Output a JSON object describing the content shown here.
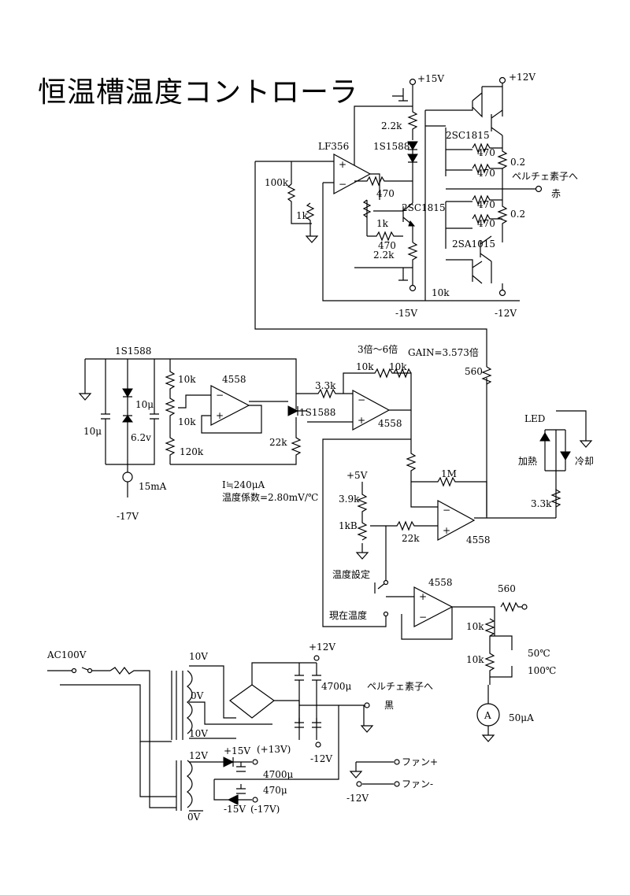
{
  "title": "恒温槽温度コントローラ",
  "labels": {
    "p15v_top": "+15V",
    "p12v_top": "+12V",
    "r2k2_top": "2.2k",
    "d1s1588_top": "1S1588",
    "q2sc1815_a": "2SC1815",
    "r02_a": "0.2",
    "peltier_to_a": "ペルチェ素子へ",
    "red": "赤",
    "lf356": "LF356",
    "r100k": "100k",
    "r1k_a": "1k",
    "r470_a": "470",
    "r470_b": "470",
    "r470_c": "470",
    "r1k_b": "1k",
    "q2sc1815_b": "2SC1815",
    "r470_d": "470",
    "r470_e": "470",
    "r02_b": "0.2",
    "r470_f": "470",
    "r2k2_bot": "2.2k",
    "q2sa1015": "2SA1015",
    "r10k_fb": "10k",
    "m15v": "-15V",
    "m12v": "-12V",
    "gain_range": "3倍～6倍",
    "gain": "GAIN=3.573倍",
    "d1s1588_ref": "1S1588",
    "r10k_a": "10k",
    "r10k_b": "10k",
    "r10k_c": "10k",
    "c10u_a": "10μ",
    "c10u_b": "10μ",
    "z62v": "6.2v",
    "oa4558_a": "4558",
    "r3k3": "3.3k",
    "d1s1588_sense": "1S1588",
    "oa4558_b": "4558",
    "r22k_a": "22k",
    "r120k": "120k",
    "r560_a": "560",
    "led": "LED",
    "heat": "加熱",
    "cool": "冷却",
    "i15ma": "15mA",
    "m17v": "-17V",
    "current": "I≒240μA",
    "tempco": "温度係数=2.80mV/℃",
    "r10k_d": "10k",
    "r1m": "1M",
    "p5v": "+5V",
    "r3k9": "3.9k",
    "r1kb": "1kB",
    "r22k_b": "22k",
    "oa4558_c": "4558",
    "r3k3_led": "3.3k",
    "temp_set": "温度設定",
    "temp_now": "現在温度",
    "oa4558_d": "4558",
    "r560_b": "560",
    "r10k_e": "10k",
    "r10k_f": "10k",
    "t50c": "50℃",
    "t100c": "100℃",
    "meter": "A",
    "i50ua": "50μA",
    "ac100v": "AC100V",
    "v10_a": "10V",
    "v0": "0V",
    "v10_b": "10V",
    "p12v_psu": "+12V",
    "c4700_a": "4700μ",
    "peltier_to_b": "ペルチェ素子へ",
    "black": "黒",
    "p13v": "(+13V)",
    "m12v_psu": "-12V",
    "v12": "12V",
    "p15v_psu": "+15V",
    "c4700_b": "4700μ",
    "c470u": "470μ",
    "m15v_psu": "-15V",
    "m17v_psu": "(-17V)",
    "v0_b": "0V",
    "fan_plus": "ファン+",
    "fan_minus": "ファン-",
    "m12v_fan": "-12V"
  }
}
